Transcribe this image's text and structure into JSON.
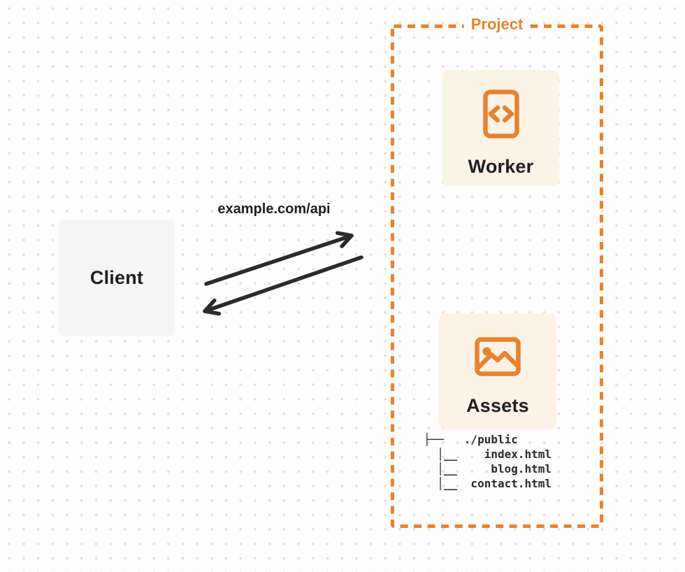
{
  "colors": {
    "background": "#FDFDFD",
    "dot": "#E3E3E3",
    "accent_orange": "#E8822D",
    "card_background": "#FCF3E6",
    "client_background": "#F5F5F6",
    "text_dark": "#1F1F1F",
    "arrow": "#2B2B2B"
  },
  "client": {
    "label": "Client"
  },
  "request": {
    "url_label": "example.com/api"
  },
  "project": {
    "label": "Project",
    "worker": {
      "label": "Worker",
      "icon": "code-icon"
    },
    "assets": {
      "label": "Assets",
      "icon": "image-icon",
      "file_tree": [
        "├──   ./public",
        "  │__    index.html",
        "  │__     blog.html",
        "  │__  contact.html"
      ]
    }
  }
}
